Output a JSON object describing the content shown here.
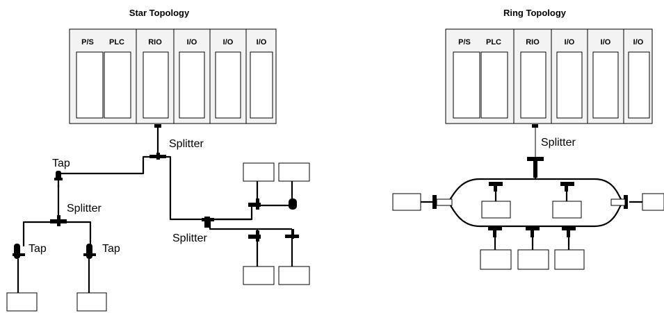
{
  "star": {
    "title": "Star  Topology",
    "modules": [
      "P/S",
      "PLC",
      "RIO",
      "I/O",
      "I/O",
      "I/O"
    ],
    "labels": {
      "splitter_top": "Splitter",
      "tap_top": "Tap",
      "splitter_left": "Splitter",
      "tap_left": "Tap",
      "tap_right": "Tap",
      "splitter_right": "Splitter"
    }
  },
  "ring": {
    "title": "Ring  Topology",
    "modules": [
      "P/S",
      "PLC",
      "RIO",
      "I/O",
      "I/O",
      "I/O"
    ],
    "labels": {
      "splitter": "Splitter"
    }
  }
}
